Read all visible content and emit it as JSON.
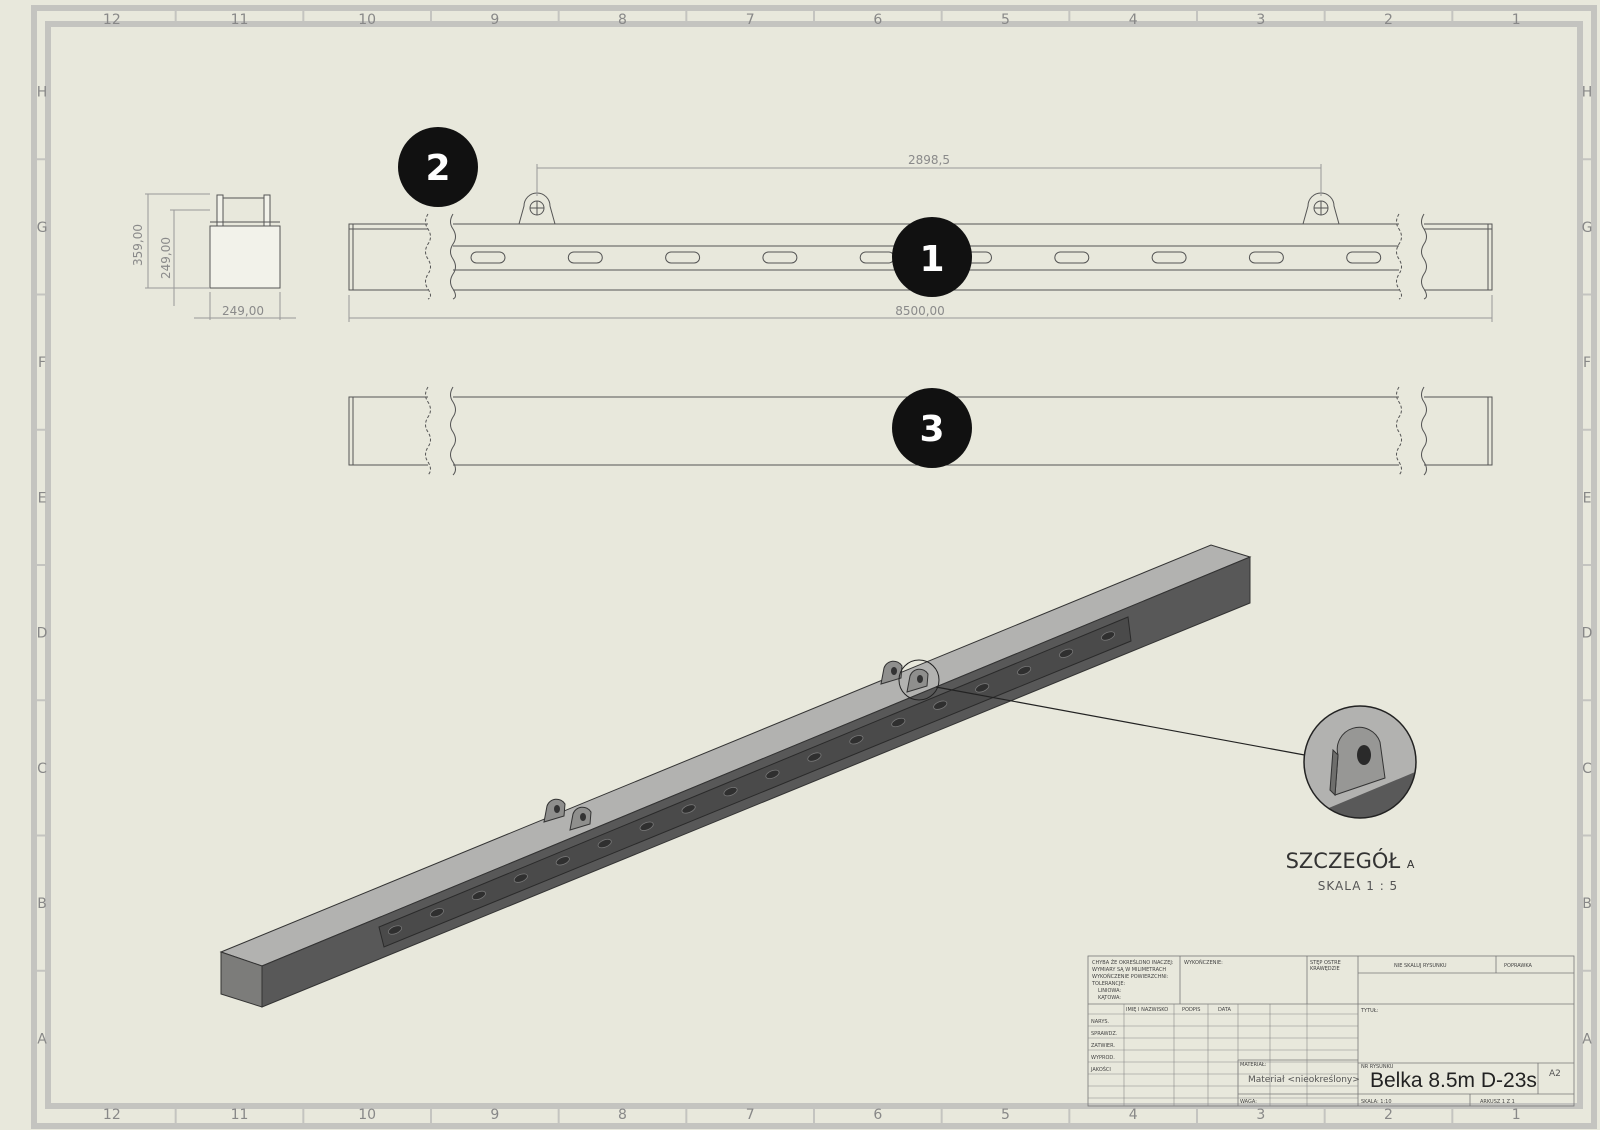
{
  "border": {
    "columns": [
      "12",
      "11",
      "10",
      "9",
      "8",
      "7",
      "6",
      "5",
      "4",
      "3",
      "2",
      "1"
    ],
    "rows": [
      "H",
      "G",
      "F",
      "E",
      "D",
      "C",
      "B",
      "A"
    ]
  },
  "views": {
    "side": {
      "dim_total_height": "359,00",
      "dim_box_height": "249,00",
      "dim_box_width": "249,00"
    },
    "front": {
      "dim_lug_spacing": "2898,5",
      "dim_length": "8500,00"
    }
  },
  "balloons": [
    {
      "id": "balloon-1",
      "label": "1"
    },
    {
      "id": "balloon-2",
      "label": "2"
    },
    {
      "id": "balloon-3",
      "label": "3"
    }
  ],
  "detail": {
    "title": "SZCZEGÓŁ",
    "letter": "A",
    "scale": "SKALA 1 : 5"
  },
  "title_block": {
    "notes": [
      "CHYBA ŻE OKREŚLONO INACZEJ:",
      "WYMIARY SĄ W MILIMETRACH",
      "WYKOŃCZENIE POWIERZCHNI:",
      "TOLERANCJE:",
      "LINIOWA:",
      "KĄTOWA:"
    ],
    "wykonczenie": "WYKOŃCZENIE:",
    "krawedzie": [
      "STĘP OSTRE",
      "KRAWĘDZIE"
    ],
    "nie_skaluj": "NIE SKALUJ RYSUNKU",
    "poprawka": "POPRAWKA",
    "col_headers": [
      "IMIĘ I NAZWISKO",
      "PODPIS",
      "DATA"
    ],
    "row_labels": [
      "NARYS.",
      "SPRAWDZ.",
      "ZATWIER.",
      "WYPROD.",
      "JAKOŚCI"
    ],
    "tytul_label": "TYTUŁ:",
    "nr_rysunku_label": "NR RYSUNKU",
    "material_label": "MATERIAŁ:",
    "material_value": "Materiał <nieokreślony>",
    "drawing_title": "Belka 8.5m D-23s",
    "sheet_size": "A2",
    "waga_label": "WAGA:",
    "skala_label": "SKALA: 1:10",
    "arkusz_label": "ARKUSZ 1 Z 1"
  },
  "colors": {
    "paper": "#e8e8dc",
    "frame": "#c4c4c0",
    "line": "#555555",
    "balloon": "#111111"
  }
}
